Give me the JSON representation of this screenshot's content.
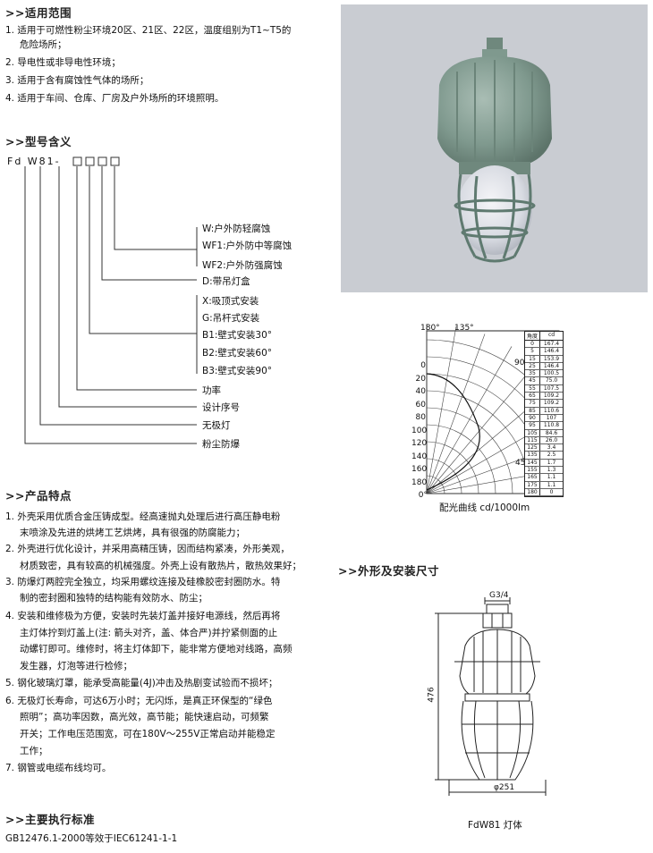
{
  "sections": {
    "scope": {
      "title": ">>适用范围",
      "items": [
        "1. 适用于可燃性粉尘环境20区、21区、22区，温度组别为T1~T5的",
        "危险场所；",
        "2. 导电性或非导电性环境；",
        "3. 适用于含有腐蚀性气体的场所；",
        "4. 适用于车间、仓库、厂房及户外场所的环境照明。"
      ]
    },
    "model": {
      "title": ">>型号含义",
      "code": "Fd W81-",
      "options": [
        "W:户外防轻腐蚀",
        "WF1:户外防中等腐蚀",
        "WF2:户外防强腐蚀",
        "D:带吊灯盒",
        "X:吸顶式安装",
        "G:吊杆式安装",
        "B1:壁式安装30°",
        "B2:壁式安装60°",
        "B3:壁式安装90°",
        "功率",
        "设计序号",
        "无极灯",
        "粉尘防爆"
      ]
    },
    "features": {
      "title": ">>产品特点",
      "items": [
        "1. 外壳采用优质合金压铸成型。经高速抛丸处理后进行高压静电粉",
        "末喷涂及先进的烘烤工艺烘烤，具有很强的防腐能力；",
        "2. 外壳进行优化设计，并采用高精压铸，因而结构紧凑，外形美观，",
        "材质致密，具有较高的机械强度。外壳上设有散热片，散热效果好；",
        "3. 防爆灯两腔完全独立，均采用螺纹连接及硅橡胶密封圈防水。特",
        "制的密封圈和独特的结构能有效防水、防尘；",
        "4. 安装和维修极为方便，安装时先装灯盖并接好电源线，然后再将",
        "主灯体拧到灯盖上(注: 箭头对齐，盖、体合严)并拧紧侧面的止",
        "动螺钉即可。维修时，将主灯体卸下，能非常方便地对线路，高频",
        "发生器，灯泡等进行检修；",
        "5. 钢化玻璃灯罩，能承受高能量(4J)冲击及热剧变试验而不损坏；",
        "6. 无极灯长寿命，可达6万小时；无闪烁，是真正环保型的“绿色",
        "照明”；高功率因数，高光效，高节能；能快速启动，可频繁",
        "开关；工作电压范围宽，可在180V～255V正常启动并能稳定",
        "工作；",
        "7. 钢管或电缆布线均可。"
      ]
    },
    "standards": {
      "title": ">>主要执行标准",
      "text": "GB12476.1-2000等效于IEC61241-1-1"
    },
    "dimensions": {
      "title": ">>外形及安装尺寸",
      "thread": "G3/4",
      "height": "476",
      "diameter": "φ251",
      "caption": "FdW81 灯体"
    }
  },
  "polar": {
    "caption": "配光曲线  cd/1000lm",
    "top_labels": [
      "180°",
      "135°"
    ],
    "mid_label": "90°",
    "angle_label": "45°",
    "left_scale": [
      "0",
      "20",
      "40",
      "60",
      "80",
      "100",
      "120",
      "140",
      "160",
      "180",
      "0°"
    ],
    "table_header": [
      "角度",
      "cd"
    ],
    "table_rows": [
      [
        "0",
        "167.4"
      ],
      [
        "5",
        "146.4"
      ],
      [
        "15",
        "153.9"
      ],
      [
        "25",
        "146.4"
      ],
      [
        "35",
        "100.5"
      ],
      [
        "45",
        "75.0"
      ],
      [
        "55",
        "107.5"
      ],
      [
        "65",
        "109.2"
      ],
      [
        "75",
        "109.2"
      ],
      [
        "85",
        "110.6"
      ],
      [
        "90",
        "107"
      ],
      [
        "95",
        "110.8"
      ],
      [
        "105",
        "84.6"
      ],
      [
        "115",
        "26.0"
      ],
      [
        "125",
        "3.4"
      ],
      [
        "135",
        "2.5"
      ],
      [
        "145",
        "1.7"
      ],
      [
        "155",
        "1.3"
      ],
      [
        "165",
        "1.1"
      ],
      [
        "175",
        "1.1"
      ],
      [
        "180",
        "0"
      ]
    ]
  },
  "colors": {
    "lamp_body": "#7f998e",
    "photo_bg": "#c9ccd2",
    "text": "#111111"
  }
}
